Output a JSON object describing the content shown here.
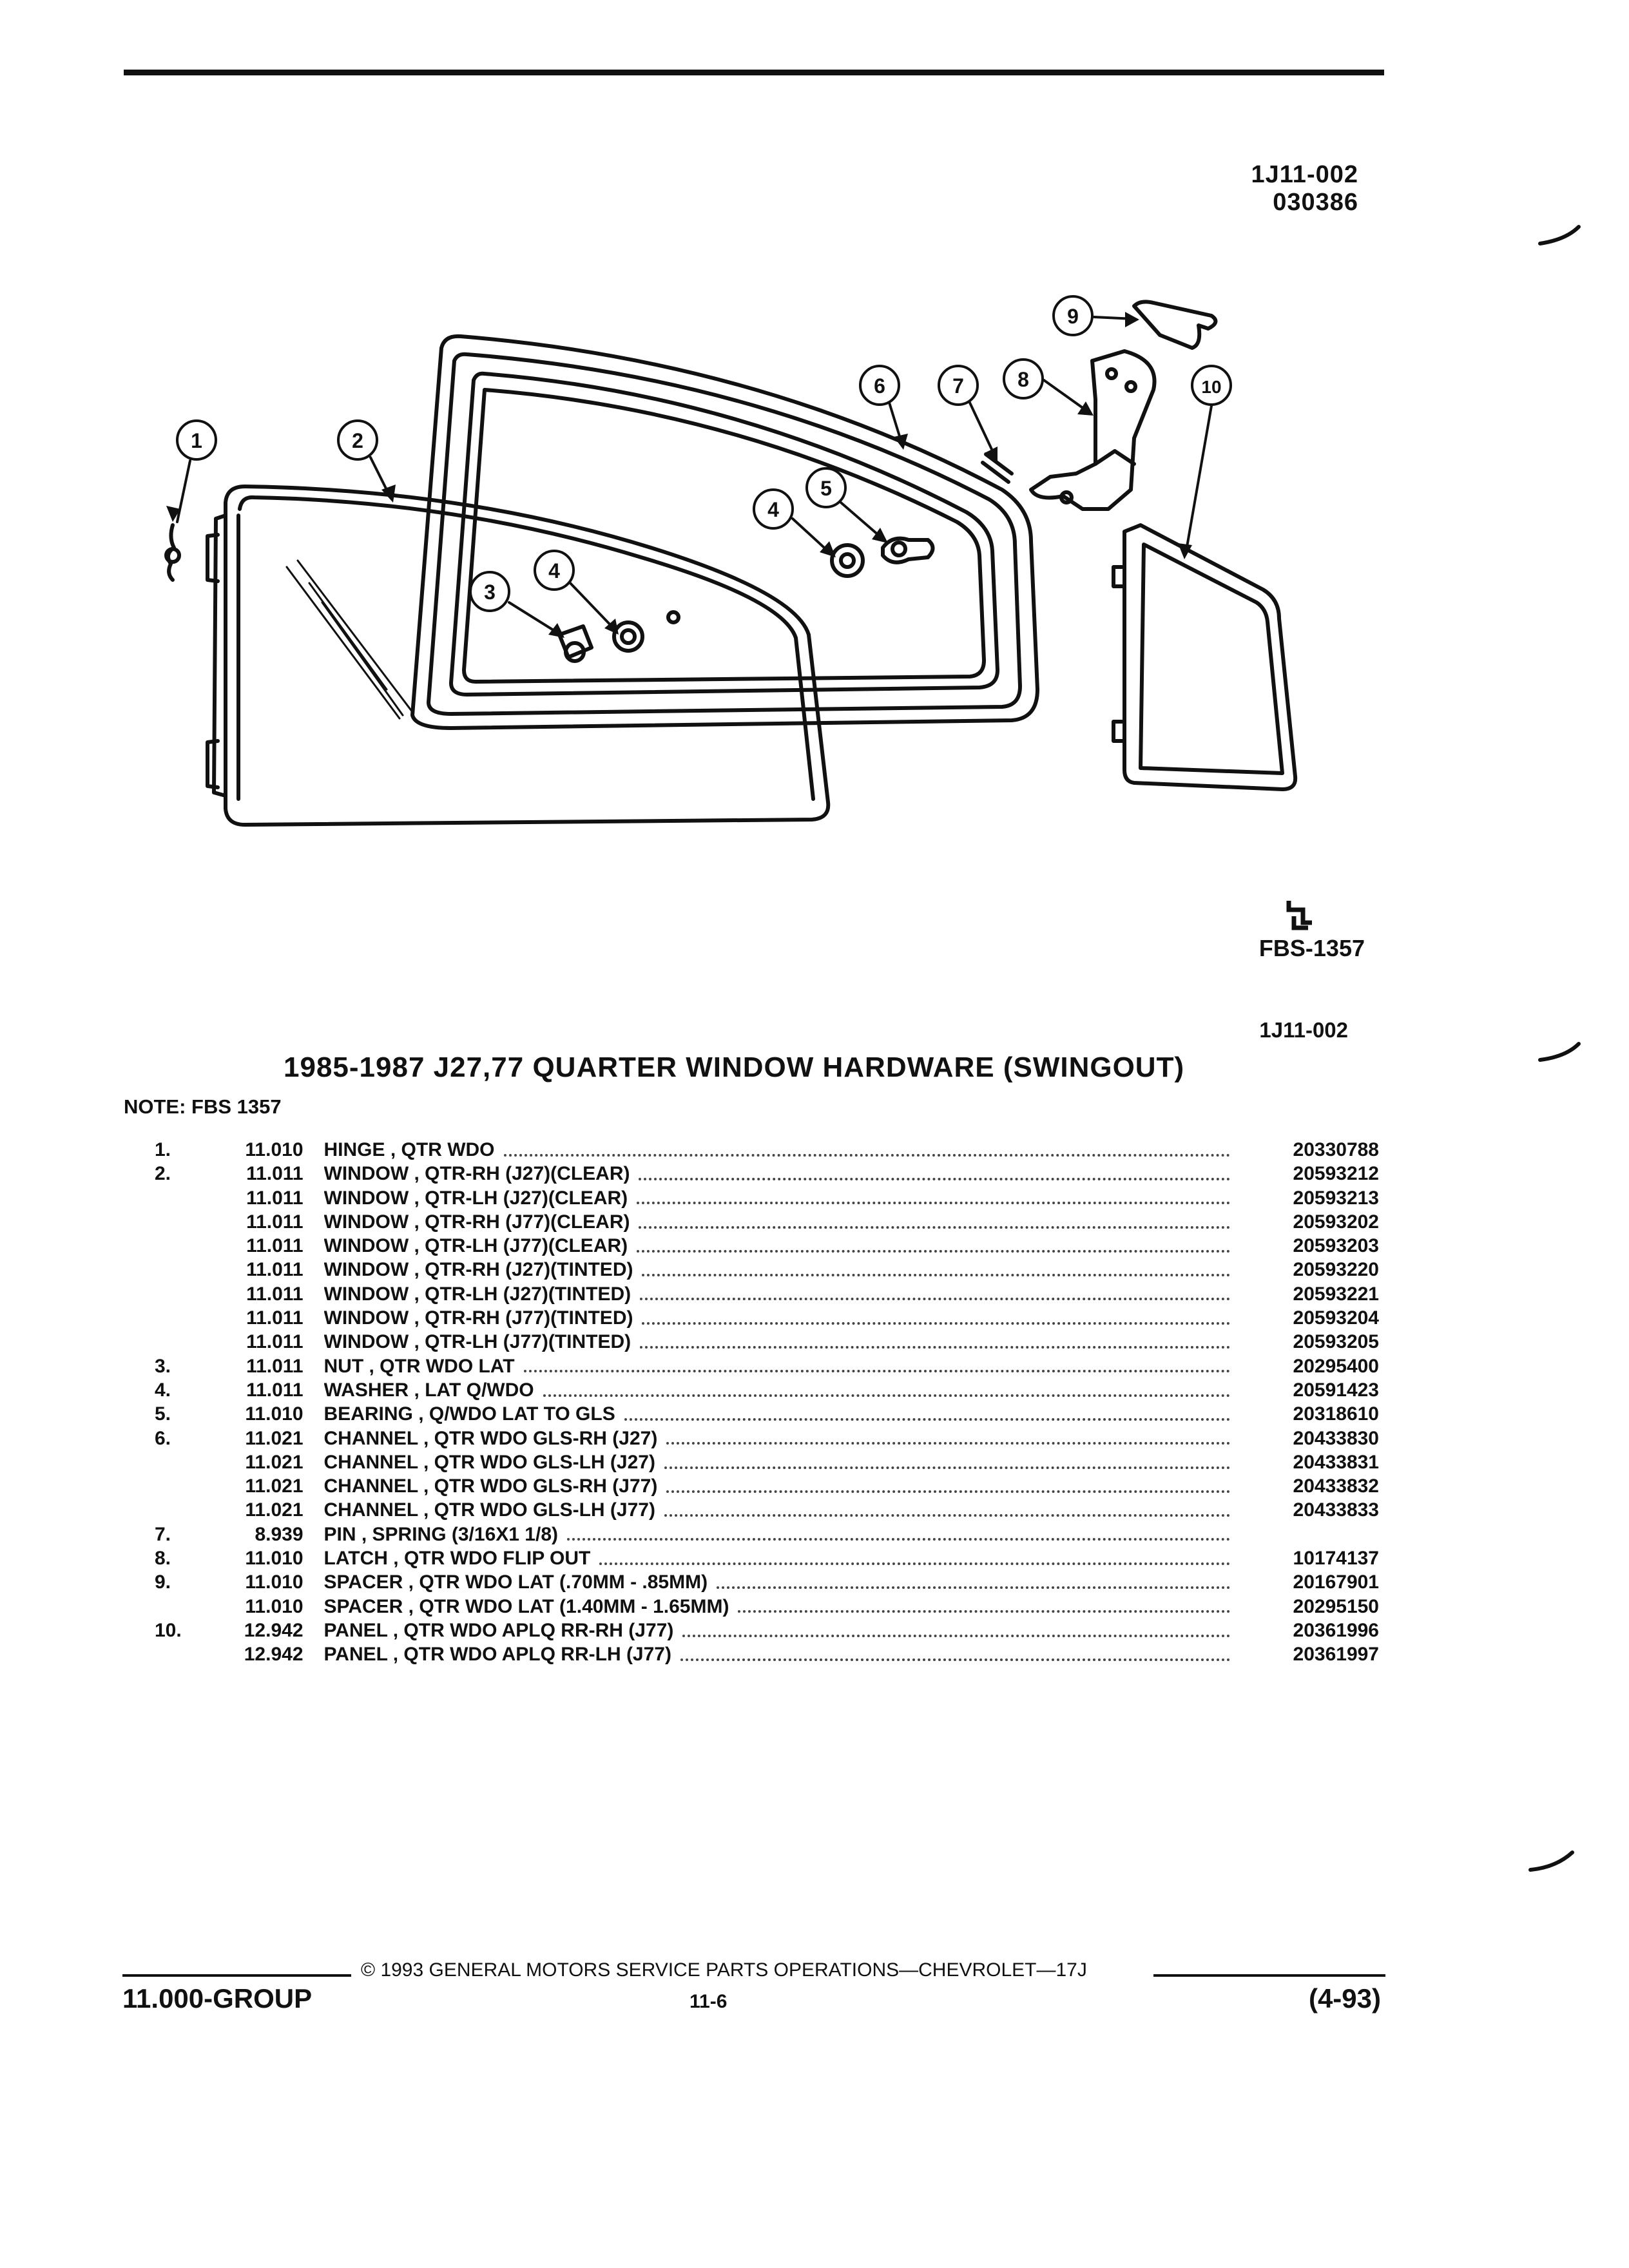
{
  "header": {
    "code": "1J11-002",
    "date_code": "030386"
  },
  "illustration": {
    "callouts": [
      "1",
      "2",
      "3",
      "4",
      "4",
      "5",
      "6",
      "7",
      "8",
      "9",
      "10"
    ],
    "fbs_ref": "FBS-1357",
    "figure_code": "1J11-002"
  },
  "section": {
    "title": "1985-1987 J27,77 QUARTER WINDOW HARDWARE (SWINGOUT)",
    "note": "NOTE: FBS 1357"
  },
  "parts": [
    {
      "item": "1.",
      "group": "11.010",
      "description": "HINGE , QTR WDO",
      "part_number": "20330788"
    },
    {
      "item": "2.",
      "group": "11.011",
      "description": "WINDOW , QTR-RH (J27)(CLEAR)",
      "part_number": "20593212"
    },
    {
      "item": "",
      "group": "11.011",
      "description": "WINDOW , QTR-LH (J27)(CLEAR)",
      "part_number": "20593213"
    },
    {
      "item": "",
      "group": "11.011",
      "description": "WINDOW , QTR-RH (J77)(CLEAR)",
      "part_number": "20593202"
    },
    {
      "item": "",
      "group": "11.011",
      "description": "WINDOW , QTR-LH (J77)(CLEAR)",
      "part_number": "20593203"
    },
    {
      "item": "",
      "group": "11.011",
      "description": "WINDOW , QTR-RH (J27)(TINTED)",
      "part_number": "20593220"
    },
    {
      "item": "",
      "group": "11.011",
      "description": "WINDOW , QTR-LH (J27)(TINTED)",
      "part_number": "20593221"
    },
    {
      "item": "",
      "group": "11.011",
      "description": "WINDOW , QTR-RH (J77)(TINTED)",
      "part_number": "20593204"
    },
    {
      "item": "",
      "group": "11.011",
      "description": "WINDOW , QTR-LH (J77)(TINTED)",
      "part_number": "20593205"
    },
    {
      "item": "3.",
      "group": "11.011",
      "description": "NUT , QTR WDO LAT",
      "part_number": "20295400"
    },
    {
      "item": "4.",
      "group": "11.011",
      "description": "WASHER , LAT Q/WDO",
      "part_number": "20591423"
    },
    {
      "item": "5.",
      "group": "11.010",
      "description": "BEARING , Q/WDO LAT TO GLS",
      "part_number": "20318610"
    },
    {
      "item": "6.",
      "group": "11.021",
      "description": "CHANNEL , QTR WDO GLS-RH (J27)",
      "part_number": "20433830"
    },
    {
      "item": "",
      "group": "11.021",
      "description": "CHANNEL , QTR WDO GLS-LH (J27)",
      "part_number": "20433831"
    },
    {
      "item": "",
      "group": "11.021",
      "description": "CHANNEL , QTR WDO GLS-RH (J77)",
      "part_number": "20433832"
    },
    {
      "item": "",
      "group": "11.021",
      "description": "CHANNEL , QTR WDO GLS-LH (J77)",
      "part_number": "20433833"
    },
    {
      "item": "7.",
      "group": "8.939",
      "description": "PIN , SPRING (3/16X1 1/8)",
      "part_number": ""
    },
    {
      "item": "8.",
      "group": "11.010",
      "description": "LATCH , QTR WDO FLIP OUT",
      "part_number": "10174137"
    },
    {
      "item": "9.",
      "group": "11.010",
      "description": "SPACER , QTR WDO LAT (.70MM - .85MM)",
      "part_number": "20167901"
    },
    {
      "item": "",
      "group": "11.010",
      "description": "SPACER , QTR WDO LAT (1.40MM - 1.65MM)",
      "part_number": "20295150"
    },
    {
      "item": "10.",
      "group": "12.942",
      "description": "PANEL , QTR WDO APLQ RR-RH (J77)",
      "part_number": "20361996"
    },
    {
      "item": "",
      "group": "12.942",
      "description": "PANEL , QTR WDO APLQ RR-LH (J77)",
      "part_number": "20361997"
    }
  ],
  "footer": {
    "copyright": "© 1993 GENERAL MOTORS SERVICE PARTS OPERATIONS—CHEVROLET—17J",
    "group": "11.000-GROUP",
    "page": "11-6",
    "revision": "(4-93)"
  }
}
